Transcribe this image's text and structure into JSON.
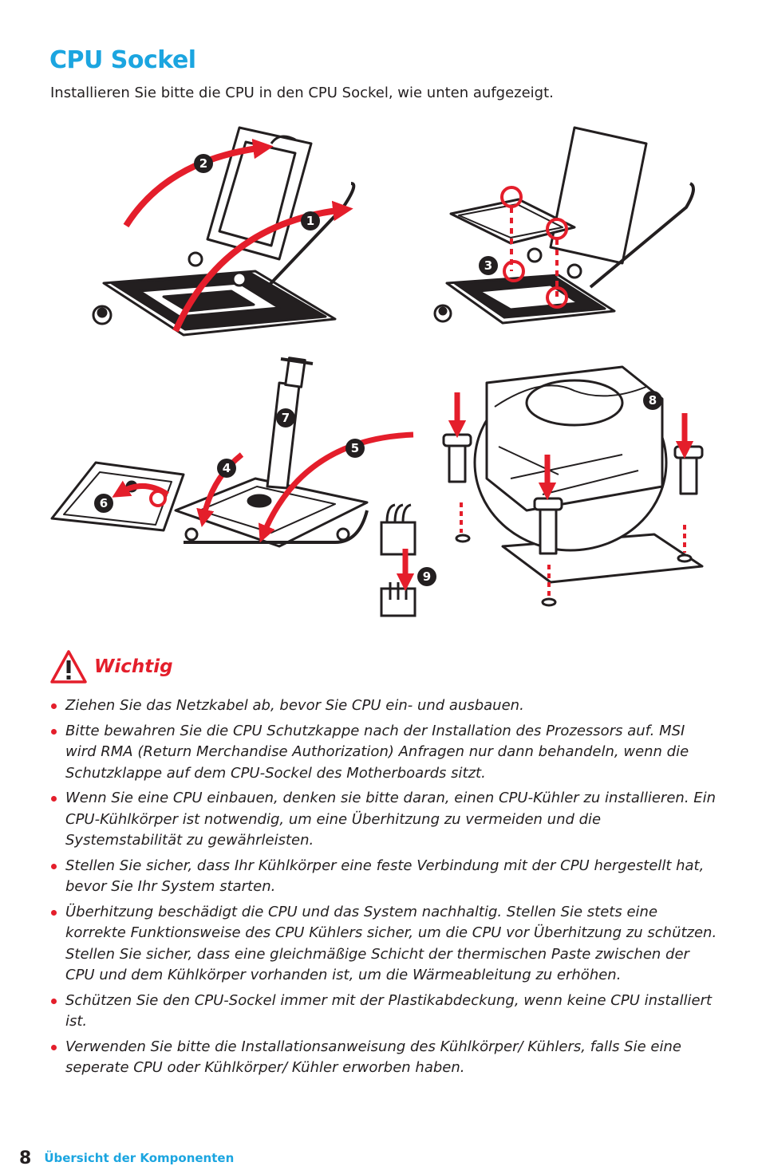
{
  "page": {
    "title": "CPU Sockel",
    "intro": "Installieren Sie bitte die CPU in den CPU Sockel, wie unten aufgezeigt."
  },
  "illustration": {
    "steps": [
      "1",
      "2",
      "3",
      "4",
      "5",
      "6",
      "7",
      "8",
      "9"
    ],
    "accent_color": "#e41e2b",
    "line_color": "#231f20"
  },
  "warning": {
    "icon": "warning-triangle-icon",
    "heading": "Wichtig"
  },
  "bullets": [
    "Ziehen Sie das Netzkabel ab, bevor Sie CPU ein- und ausbauen.",
    "Bitte bewahren Sie die CPU Schutzkappe nach der Installation des Prozessors auf. MSI wird RMA (Return Merchandise Authorization) Anfragen nur dann behandeln, wenn die Schutzklappe auf dem CPU-Sockel des Motherboards sitzt.",
    "Wenn Sie eine CPU einbauen, denken sie bitte daran, einen CPU-Kühler zu installieren. Ein CPU-Kühlkörper ist notwendig, um eine Überhitzung zu vermeiden und die Systemstabilität zu gewährleisten.",
    "Stellen Sie sicher, dass Ihr Kühlkörper eine feste Verbindung mit der CPU hergestellt hat, bevor Sie Ihr System starten.",
    "Überhitzung beschädigt die CPU und das System nachhaltig. Stellen Sie stets eine korrekte Funktionsweise des CPU Kühlers sicher, um die CPU vor Überhitzung zu schützen. Stellen Sie sicher, dass eine gleichmäßige Schicht der thermischen Paste zwischen der CPU und dem Kühlkörper vorhanden ist, um die Wärmeableitung zu erhöhen.",
    "Schützen Sie den CPU-Sockel immer mit der Plastikabdeckung, wenn keine CPU installiert ist.",
    "Verwenden Sie bitte die Installationsanweisung des Kühlkörper/ Kühlers, falls Sie eine seperate CPU oder Kühlkörper/ Kühler erworben haben."
  ],
  "footer": {
    "page_number": "8",
    "section": "Übersicht der Komponenten"
  },
  "colors": {
    "title_blue": "#1ba5e0",
    "accent_red": "#e41e2b",
    "text": "#231f20"
  }
}
